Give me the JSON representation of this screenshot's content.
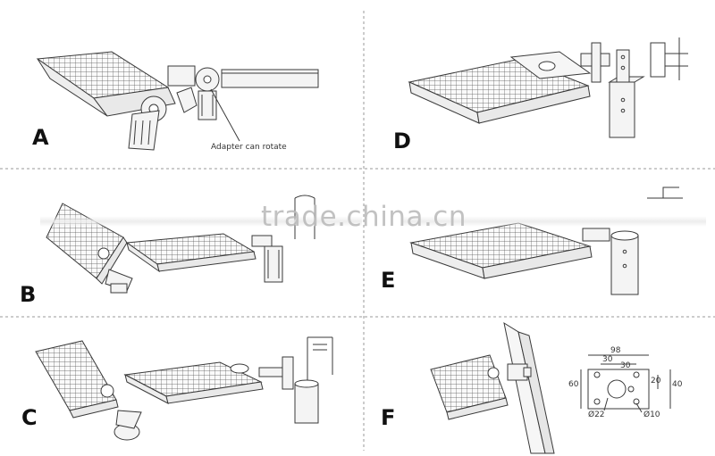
{
  "panels": [
    {
      "id": "A",
      "label": "A"
    },
    {
      "id": "B",
      "label": "B"
    },
    {
      "id": "C",
      "label": "C"
    },
    {
      "id": "D",
      "label": "D"
    },
    {
      "id": "E",
      "label": "E"
    },
    {
      "id": "F",
      "label": "F"
    }
  ],
  "captions": {
    "adapter_rotate": "Adapter can rotate"
  },
  "watermark": "trade.china.cn",
  "dimensions": {
    "width_98": "98",
    "spacing_30_a": "30",
    "spacing_30_b": "30",
    "height_60": "60",
    "spacing_20": "20",
    "height_40": "40",
    "diameter_22": "Ø22",
    "diameter_10": "Ø10"
  },
  "colors": {
    "line": "#3a3a3a",
    "divider": "#9a9a9a",
    "fill": "#f4f4f4",
    "watermark": "#b8b8b8"
  }
}
